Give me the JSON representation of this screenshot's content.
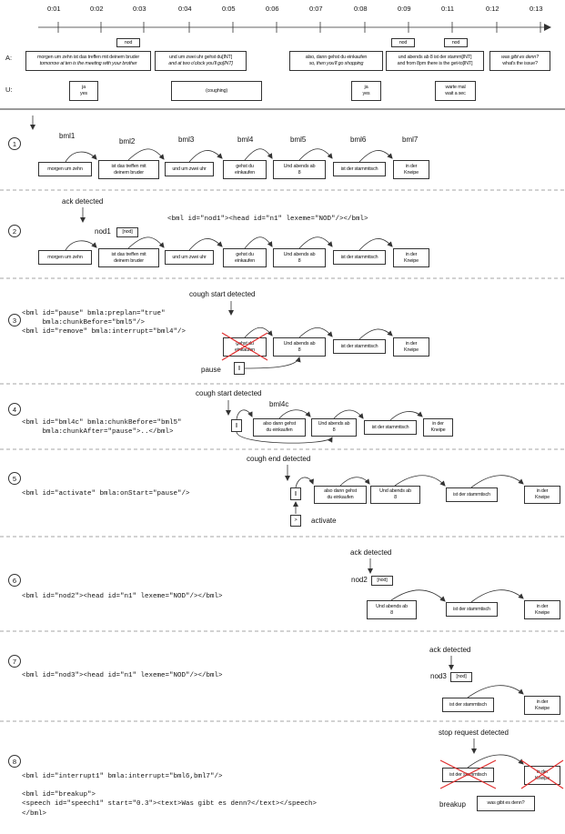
{
  "timeline": {
    "ticks": [
      "0:01",
      "0:02",
      "0:03",
      "0:04",
      "0:05",
      "0:06",
      "0:07",
      "0:08",
      "0:09",
      "0:11",
      "0:12",
      "0:13"
    ],
    "a_label": "A:",
    "u_label": "U:",
    "agent_utterances": [
      {
        "line1": "morgen um zehn ist das treffen mit deinem bruder",
        "line2": "tomorrow at ten is the meeting with your brother"
      },
      {
        "line1": "und um zwei uhr gehst du[INT]",
        "line2": "and at two o'clock you'll go[INT]"
      },
      {
        "line1": "also, dann gehst du einkaufen",
        "line2": "so, then you'll go shopping"
      },
      {
        "line1": "und abends ab 8 ist der stamm[INT]",
        "line2": "and from 8pm there is the get-to[INT]"
      },
      {
        "line1": "was gibt es denn?",
        "line2": "what's the issue?"
      }
    ],
    "nod_labels": [
      "nod",
      "nod",
      "nod"
    ],
    "user_utterances": [
      {
        "line1": "ja",
        "line2": "yes"
      },
      {
        "line1": "(coughing)",
        "line2": ""
      },
      {
        "line1": "ja",
        "line2": "yes"
      },
      {
        "line1": "warte mal",
        "line2": "wait a sec"
      }
    ]
  },
  "steps": {
    "s1": {
      "number": "1",
      "bml_labels": [
        "bml1",
        "bml2",
        "bml3",
        "bml4",
        "bml5",
        "bml6",
        "bml7"
      ],
      "chunks": [
        {
          "line1": "morgen um zehn",
          "line2": ""
        },
        {
          "line1": "ist das treffen mit",
          "line2": "deinem bruder"
        },
        {
          "line1": "und um zwei uhr",
          "line2": ""
        },
        {
          "line1": "gehst du",
          "line2": "einkaufen"
        },
        {
          "line1": "Und abends ab",
          "line2": "8"
        },
        {
          "line1": "ist der stammtisch",
          "line2": ""
        },
        {
          "line1": "in der",
          "line2": "Kneipe"
        }
      ]
    },
    "s2": {
      "number": "2",
      "event": "ack detected",
      "code": "<bml id=\"nod1\"><head id=\"n1\" lexeme=\"NOD\"/></bml>",
      "nod_name": "nod1",
      "nod_box": "[nod]",
      "chunks": [
        {
          "line1": "morgen um zehn",
          "line2": ""
        },
        {
          "line1": "ist das treffen mit",
          "line2": "deinem bruder"
        },
        {
          "line1": "und um zwei uhr",
          "line2": ""
        },
        {
          "line1": "gehst du",
          "line2": "einkaufen"
        },
        {
          "line1": "Und abends ab",
          "line2": "8"
        },
        {
          "line1": "ist der stammtisch",
          "line2": ""
        },
        {
          "line1": "in der",
          "line2": "Kneipe"
        }
      ]
    },
    "s3": {
      "number": "3",
      "event": "cough start detected",
      "code": "<bml id=\"pause\" bmla:preplan=\"true\"\n     bmla:chunkBefore=\"bml5\"/>\n<bml id=\"remove\" bmla:interrupt=\"bml4\"/>",
      "pause_label": "pause",
      "pause_symbol": "||",
      "chunks": [
        {
          "line1": "gehst du",
          "line2": "einkaufen"
        },
        {
          "line1": "Und abends ab",
          "line2": "8"
        },
        {
          "line1": "ist der stammtisch",
          "line2": ""
        },
        {
          "line1": "in der",
          "line2": "Kneipe"
        }
      ]
    },
    "s4": {
      "number": "4",
      "event": "cough start detected",
      "code": "<bml id=\"bml4c\" bmla:chunkBefore=\"bml5\"\n     bmla:chunkAfter=\"pause\">..</bml>",
      "chunk_label": "bml4c",
      "pause_symbol": "||",
      "chunks": [
        {
          "line1": "also dann gehst",
          "line2": "du einkaufen"
        },
        {
          "line1": "Und abends ab",
          "line2": "8"
        },
        {
          "line1": "ist der stammtisch",
          "line2": ""
        },
        {
          "line1": "in der",
          "line2": "Kneipe"
        }
      ]
    },
    "s5": {
      "number": "5",
      "event": "cough end detected",
      "code": "<bml id=\"activate\" bmla:onStart=\"pause\"/>",
      "pause_symbol": "||",
      "activate_symbol": ">",
      "activate_label": "activate",
      "chunks": [
        {
          "line1": "also dann gehst",
          "line2": "du einkaufen"
        },
        {
          "line1": "Und abends ab",
          "line2": "8"
        },
        {
          "line1": "ist der stammtisch",
          "line2": ""
        },
        {
          "line1": "in der",
          "line2": "Kneipe"
        }
      ]
    },
    "s6": {
      "number": "6",
      "event": "ack detected",
      "code": "<bml id=\"nod2\"><head id=\"n1\" lexeme=\"NOD\"/></bml>",
      "nod_name": "nod2",
      "nod_box": "[nod]",
      "chunks": [
        {
          "line1": "Und abends ab",
          "line2": "8"
        },
        {
          "line1": "ist der stammtisch",
          "line2": ""
        },
        {
          "line1": "in der",
          "line2": "Kneipe"
        }
      ]
    },
    "s7": {
      "number": "7",
      "event": "ack detected",
      "code": "<bml id=\"nod3\"><head id=\"n1\" lexeme=\"NOD\"/></bml>",
      "nod_name": "nod3",
      "nod_box": "[nod]",
      "chunks": [
        {
          "line1": "ist der stammtisch",
          "line2": ""
        },
        {
          "line1": "in der",
          "line2": "Kneipe"
        }
      ]
    },
    "s8": {
      "number": "8",
      "event": "stop request detected",
      "code": "<bml id=\"interrupt1\" bmla:interrupt=\"bml6,bml7\"/>\n\n<bml id=\"breakup\">\n<speech id=\"speech1\" start=\"0.3\"><text>Was gibt es denn?</text></speech>\n</bml>",
      "breakup_label": "breakup",
      "breakup_box": "was gibt es denn?",
      "chunks": [
        {
          "line1": "ist der stammtisch",
          "line2": ""
        },
        {
          "line1": "in der",
          "line2": "Kneipe"
        }
      ]
    }
  },
  "colors": {
    "line": "#333333",
    "dashed": "#888888",
    "cross": "#e03030",
    "text": "#111111"
  }
}
